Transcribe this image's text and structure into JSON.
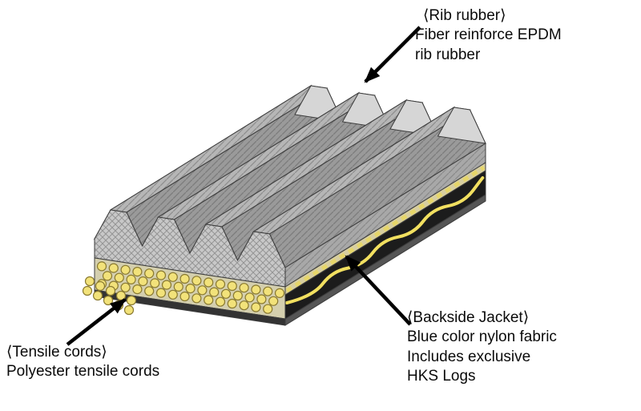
{
  "diagram": {
    "labels": {
      "rib_rubber": {
        "heading": "⟨Rib rubber⟩",
        "line1": "Fiber reinforce EPDM",
        "line2": "rib rubber"
      },
      "tensile_cords": {
        "heading": "⟨Tensile cords⟩",
        "line1": "Polyester tensile cords"
      },
      "backside_jacket": {
        "heading": "⟨Backside Jacket⟩",
        "line1": "Blue color nylon fabric",
        "line2": "Includes exclusive",
        "line3": "HKS Logs"
      }
    },
    "colors": {
      "background": "#ffffff",
      "rubber_gray": "#b6b6b6",
      "cord_yellow": "#f2e27a",
      "cord_outline": "#8a7a30",
      "jacket_black": "#1c1c1c",
      "stitch_yellow": "#f2e060",
      "arrow_black": "#000000"
    }
  }
}
